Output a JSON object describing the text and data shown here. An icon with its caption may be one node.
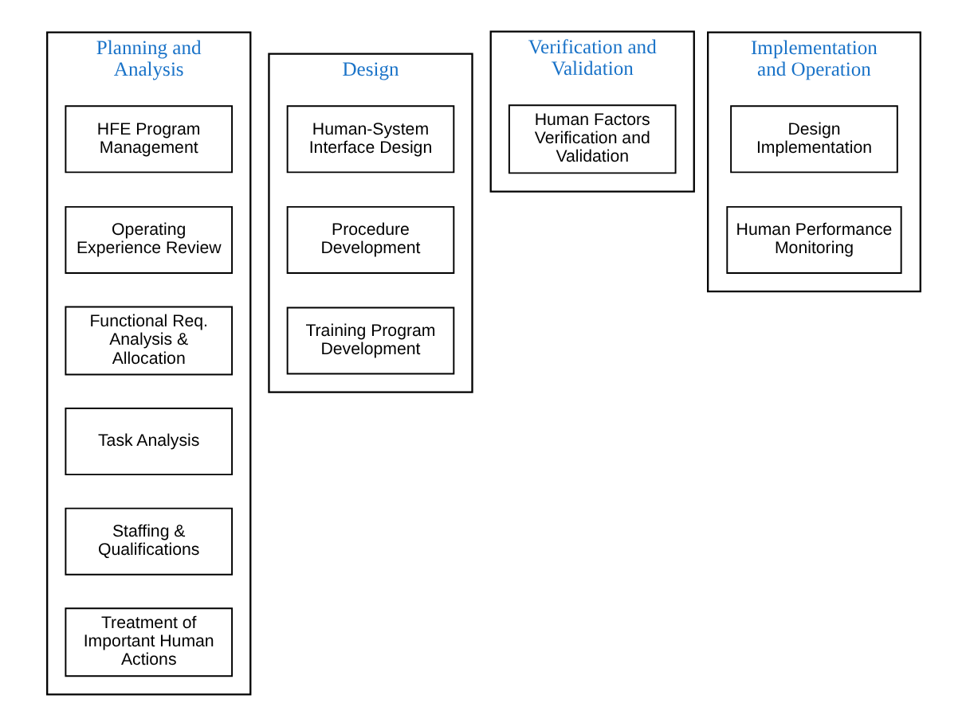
{
  "diagram": {
    "nodes": [
      {
        "text": [
          "Planning and Analysis"
        ]
      },
      {
        "text": [
          "HFE Program Management"
        ],
        "in": 0
      },
      {
        "text": [
          "Operating Experience Review"
        ],
        "in": 0
      },
      {
        "text": [
          "Functional Req. Analysis & Allocation"
        ],
        "in": 0
      },
      {
        "text": [
          "Task Analysis"
        ],
        "in": 0
      },
      {
        "text": [
          "Staffing & Qualifications"
        ],
        "in": 0
      },
      {
        "text": [
          "Treatment of Important Human Actions"
        ],
        "in": 0
      },
      {
        "text": [
          "Design"
        ]
      },
      {
        "text": [
          "Human-System Interface Design"
        ],
        "in": 7
      },
      {
        "text": [
          "Procedure Development"
        ],
        "in": 7
      },
      {
        "text": [
          "Training Program Development"
        ],
        "in": 7
      },
      {
        "text": [
          "Verification and Validation"
        ]
      },
      {
        "text": [
          "Human Factors Verification and Validation"
        ],
        "in": 11
      },
      {
        "text": [
          "Implementation and Operation"
        ]
      },
      {
        "text": [
          "Design Implementation"
        ],
        "in": 13
      },
      {
        "text": [
          "Human Performance Monitoring"
        ],
        "in": 13
      }
    ],
    "edges": []
  }
}
